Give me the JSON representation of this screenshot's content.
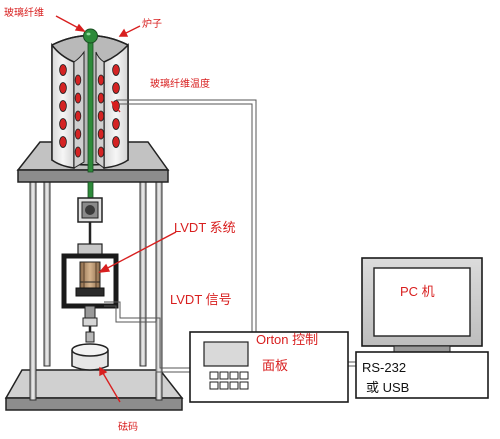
{
  "labels": {
    "glass_fiber": "玻璃纤维",
    "furnace": "炉子",
    "fiber_temperature": "玻璃纤维温度",
    "lvdt_system": "LVDT 系统",
    "lvdt_signal": "LVDT 信号",
    "orton_panel_line1": "Orton 控制",
    "orton_panel_line2": "面板",
    "pc": "PC 机",
    "interface_line1": "RS-232",
    "interface_line2": "或 USB",
    "weight": "砝码"
  },
  "colors": {
    "label_red": "#d81f1f",
    "fiber_green": "#2d8a3a",
    "frame_gray": "#9a9a9a",
    "outline": "#222222"
  }
}
